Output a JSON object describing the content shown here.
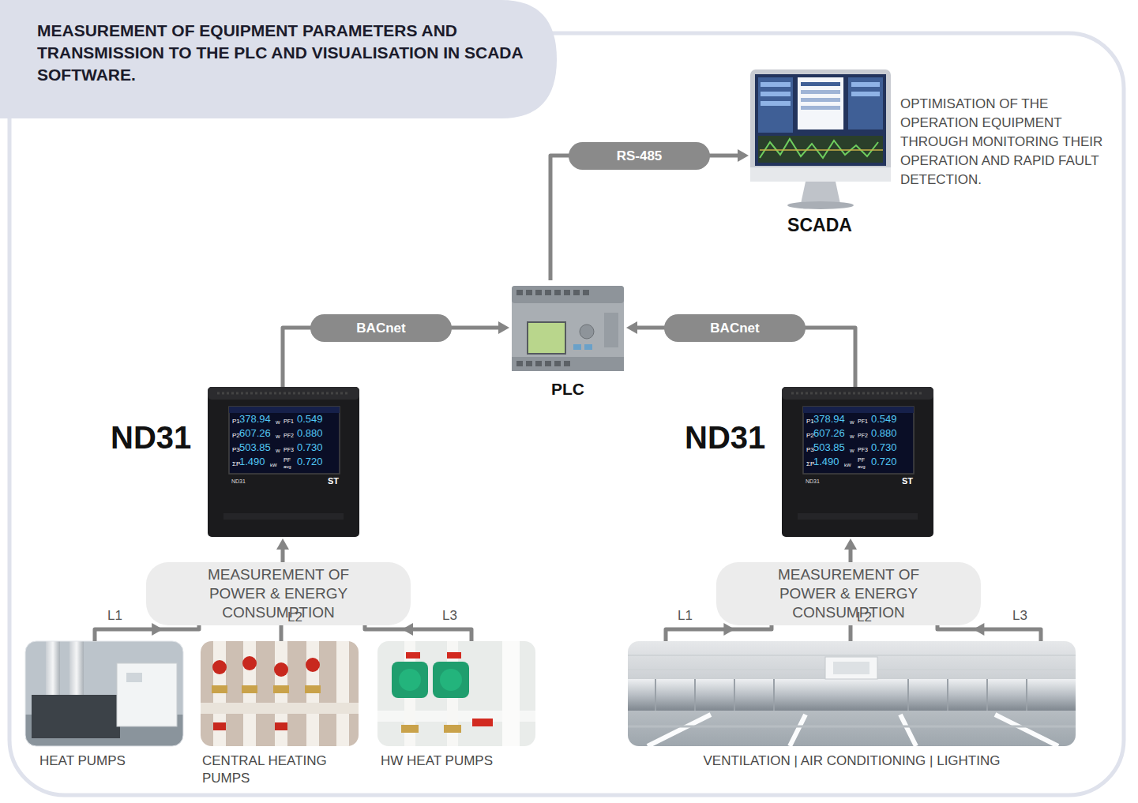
{
  "diagram": {
    "title": "MEASUREMENT OF EQUIPMENT PARAMETERS AND TRANSMISSION TO THE PLC AND VISUALISATION IN SCADA SOFTWARE.",
    "nodes": [
      {
        "text": [
          "SCADA"
        ]
      },
      {
        "text": [
          "PLC"
        ]
      },
      {
        "text": [
          "ND31"
        ]
      },
      {
        "text": [
          "ND31"
        ]
      },
      {
        "text": [
          "MEASUREMENT OF POWER & ENERGY CONSUMPTION"
        ]
      },
      {
        "text": [
          "MEASUREMENT OF POWER & ENERGY CONSUMPTION"
        ]
      },
      {
        "text": [
          "HEAT PUMPS"
        ]
      },
      {
        "text": [
          "CENTRAL HEATING PUMPS"
        ]
      },
      {
        "text": [
          "HW HEAT PUMPS"
        ]
      },
      {
        "text": [
          "VENTILATION | AIR CONDITIONING | LIGHTING"
        ]
      }
    ],
    "edges": [
      {
        "from": 1,
        "to": 0,
        "label": "RS-485",
        "arrow": "to"
      },
      {
        "from": 2,
        "to": 1,
        "label": "BACnet",
        "arrow": "to"
      },
      {
        "from": 3,
        "to": 1,
        "label": "BACnet",
        "arrow": "to"
      },
      {
        "from": 4,
        "to": 2,
        "arrow": "to"
      },
      {
        "from": 5,
        "to": 3,
        "arrow": "to"
      },
      {
        "from": 6,
        "to": 4,
        "label": "L1",
        "arrow": "to"
      },
      {
        "from": 7,
        "to": 4,
        "label": "L2",
        "arrow": "none"
      },
      {
        "from": 8,
        "to": 4,
        "label": "L3",
        "arrow": "to"
      },
      {
        "from": 9,
        "to": 5,
        "label": "L1",
        "arrow": "to"
      },
      {
        "from": 9,
        "to": 5,
        "label": "L2",
        "arrow": "none"
      },
      {
        "from": 9,
        "to": 5,
        "label": "L3",
        "arrow": "to"
      }
    ],
    "labels": [
      "OPTIMISATION OF THE OPERATION EQUIPMENT THROUGH MONITORING THEIR OPERATION AND RAPID FAULT DETECTION.",
      "P1",
      "378.94",
      "W",
      "PF1",
      "0.549",
      "P2",
      "607.26",
      "W",
      "PF2",
      "0.880",
      "P3",
      "503.85",
      "W",
      "PF3",
      "0.730",
      "ΣP",
      "1.490",
      "kW",
      "PF",
      "0.720",
      "avg",
      "ND31",
      "ST",
      "P1",
      "378.94",
      "W",
      "PF1",
      "0.549",
      "P2",
      "607.26",
      "W",
      "PF2",
      "0.880",
      "P3",
      "503.85",
      "W",
      "PF3",
      "0.730",
      "ΣP",
      "1.490",
      "kW",
      "PF",
      "0.720",
      "avg",
      "ND31",
      "ST"
    ]
  }
}
